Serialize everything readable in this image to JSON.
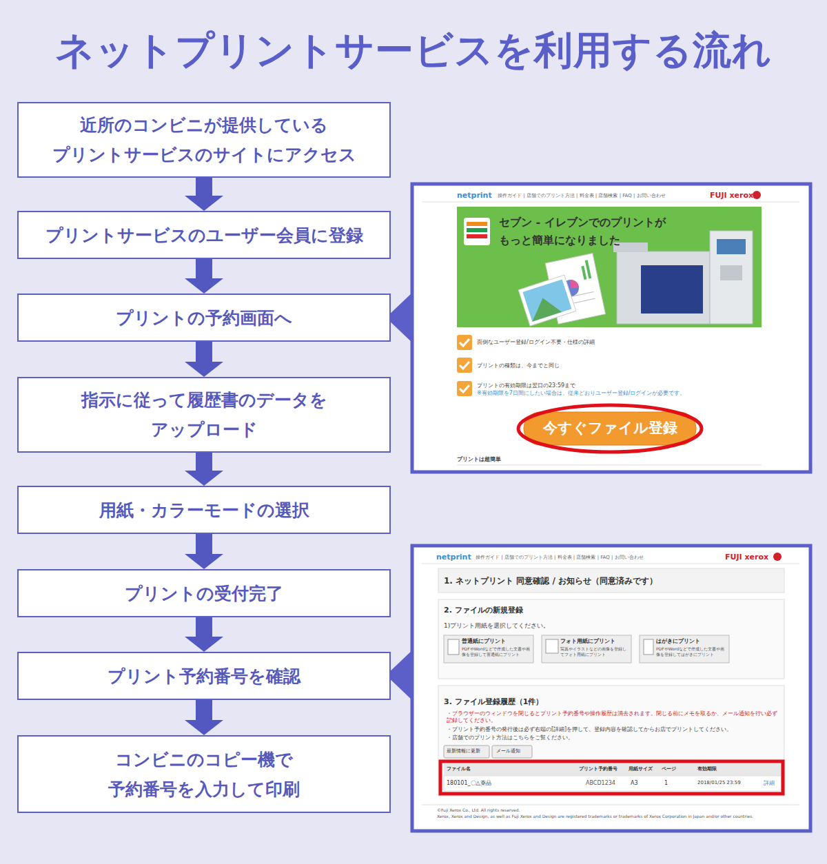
{
  "diagram": {
    "title": "ネットプリントサービスを利用する流れ",
    "nodes": [
      {
        "text": [
          "近所のコンビニが提供している プリントサービスのサイトにアクセス"
        ]
      },
      {
        "text": [
          "プリントサービスのユーザー会員に登録"
        ]
      },
      {
        "text": [
          "プリントの予約画面へ"
        ]
      },
      {
        "text": [
          "指示に従って履歴書のデータを アップロード"
        ]
      },
      {
        "text": [
          "用紙・カラーモードの選択"
        ]
      },
      {
        "text": [
          "プリントの受付完了"
        ]
      },
      {
        "text": [
          "プリント予約番号を確認"
        ]
      },
      {
        "text": [
          "コンビニのコピー機で 予約番号を入力して印刷"
        ]
      }
    ],
    "edges": [
      {
        "from": 0,
        "to": 1,
        "arrow": "to"
      },
      {
        "from": 1,
        "to": 2,
        "arrow": "to"
      },
      {
        "from": 2,
        "to": 3,
        "arrow": "to"
      },
      {
        "from": 3,
        "to": 4,
        "arrow": "to"
      },
      {
        "from": 4,
        "to": 5,
        "arrow": "to"
      },
      {
        "from": 5,
        "to": 6,
        "arrow": "to"
      },
      {
        "from": 6,
        "to": 7,
        "arrow": "to"
      }
    ],
    "labels": [
      "netprint",
      "操作ガイド | 店舗でのプリント方法 | 料金表 | 店舗検索 | FAQ | お問い合わせ",
      "FUJI xerox",
      "セブン - イレブンでのプリントが もっと簡単になりました",
      "面倒なユーザー登録/ログイン不要・仕様の詳細",
      "プリントの種類は、今までと同じ",
      "プリントの有効期限は翌日の23:59まで",
      "※有効期限を7日間にしたい場合は、従来どおりユーザー登録/ログインが必要です。",
      "今すぐファイル登録",
      "プリントは超簡単",
      "netprint",
      "操作ガイド | 店舗でのプリント方法 | 料金表 | 店舗検索 | FAQ | お問い合わせ",
      "FUJI xerox",
      "1. ネットプリント 同意確認 / お知らせ（同意済みです）",
      "2. ファイルの新規登録",
      "1)プリント用紙を選択してください。",
      "普通紙にプリント",
      "PDFやWordなどで作成した文書や画像を登録して普通紙にプリント",
      "フォト用紙にプリント",
      "写真やイラストなどの画像を登録してフォト用紙にプリント",
      "はがきにプリント",
      "PDFやWordなどで作成した文書や画像を登録してはがきにプリント",
      "3. ファイル登録履歴（1件）",
      "・ブラウザーのウィンドウを閉じるとプリント予約番号や操作履歴は消去されます。閉じる前にメモを取るか、メール通知を行い必ず記録してください。",
      "・プリント予約番号の発行後は必ず右端の[詳細]を押して、登録内容を確認してからお店でプリントしてください。",
      "・店舗でのプリント方法はこちらをご覧ください。",
      "最新情報に更新",
      "メール通知",
      "ファイル名",
      "プリント予約番号",
      "用紙サイズ",
      "ページ",
      "有効期限",
      "180101_〇△薬品",
      "ABCD1234",
      "A3",
      "1",
      "2018/01/25 23:59",
      "詳細",
      "©Fuji Xerox Co., Ltd. All rights reserved.",
      "Xerox, Xerox and Design, as well as Fuji Xerox and Design are registered trademarks or trademarks of Xerox Corporation in Japan and/or other countries."
    ]
  }
}
